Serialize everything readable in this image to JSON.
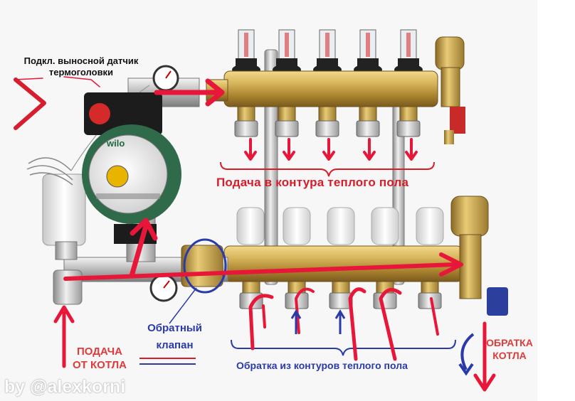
{
  "labels": {
    "sensor_line1": "Подкл. выносной датчик",
    "sensor_line2": "термоголовки",
    "supply_circuits": "Подача в контура теплого пола",
    "check_valve_line1": "Обратный",
    "check_valve_line2": "клапан",
    "boiler_supply_line1": "ПОДАЧА",
    "boiler_supply_line2": "ОТ КОТЛА",
    "return_circuits": "Обратка из контуров теплого пола",
    "boiler_return_line1": "ОБРАТКА",
    "boiler_return_line2": "КОТЛА",
    "watermark": "by @alexkorni",
    "pump_brand": "wilo"
  },
  "colors": {
    "arrow_red": "#e8173a",
    "annotation_blue": "#2a3aa8",
    "brass": "#c9a445",
    "pump_green": "#2f6a4a",
    "pump_red": "#d42a2a"
  }
}
